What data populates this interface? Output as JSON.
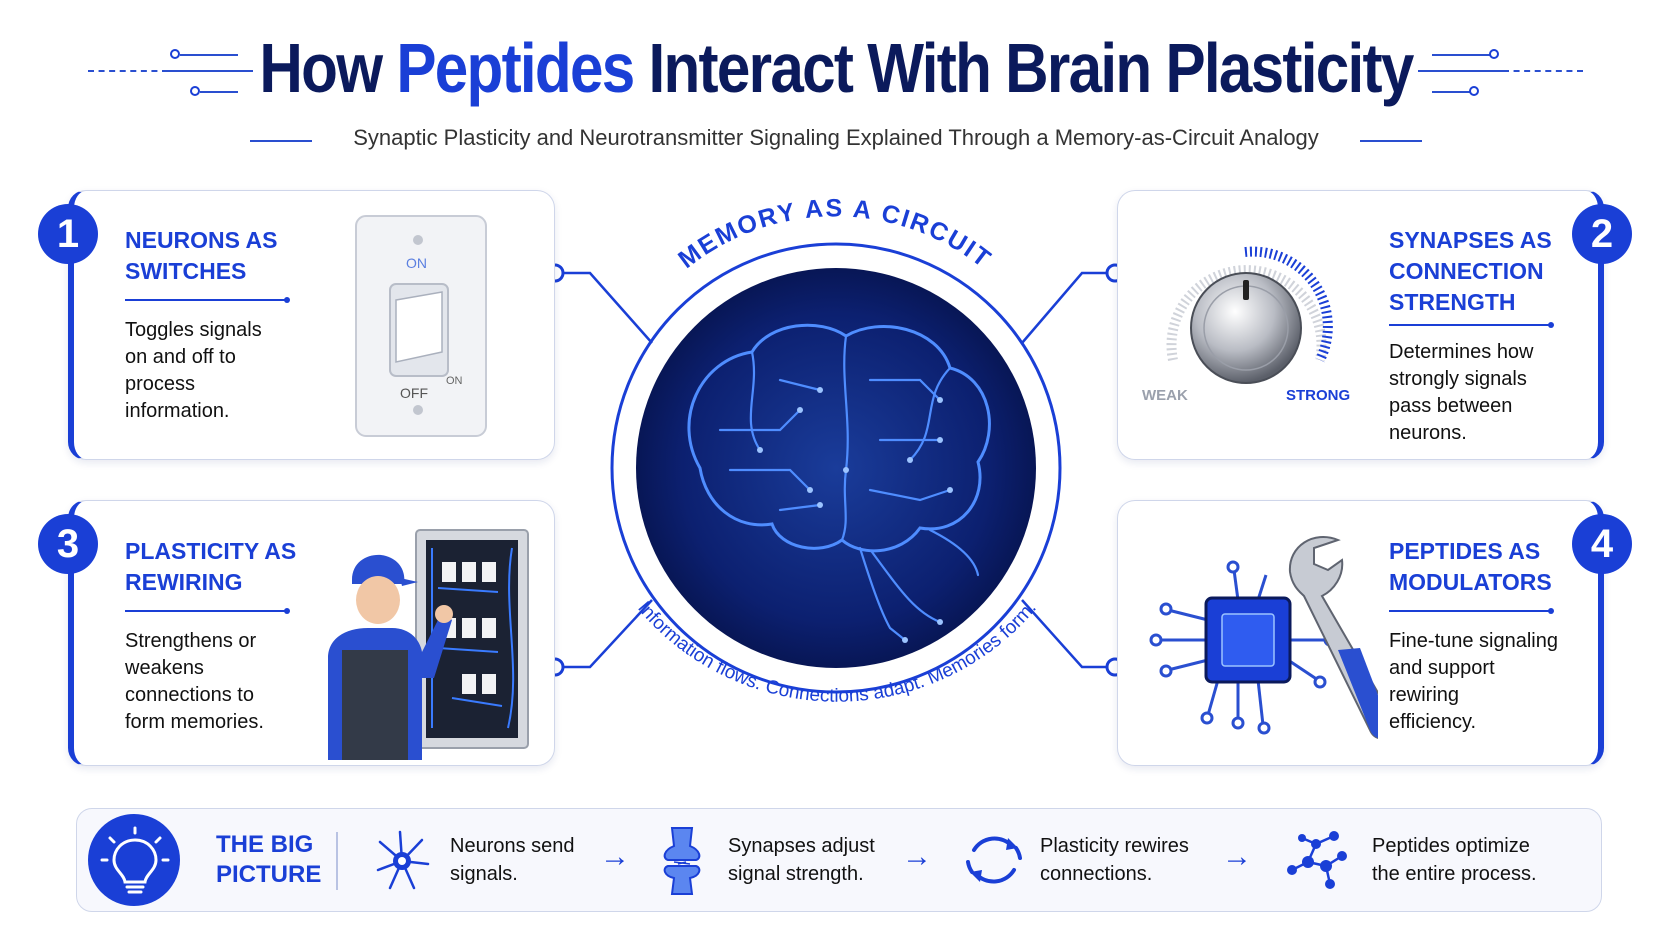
{
  "header": {
    "title_before": "How",
    "title_accent": "Peptides",
    "title_after": "Interact With Brain Plasticity",
    "subtitle": "Synaptic Plasticity and Neurotransmitter Signaling Explained Through a Memory-as-Circuit Analogy"
  },
  "center": {
    "arc_top": "MEMORY AS A CIRCUIT",
    "arc_bottom": "Information flows. Connections adapt. Memories form."
  },
  "cards": [
    {
      "number": "1",
      "title_lines": [
        "NEURONS AS",
        "SWITCHES"
      ],
      "text_lines": [
        "Toggles signals",
        "on and off to",
        "process",
        "information."
      ]
    },
    {
      "number": "2",
      "title_lines": [
        "SYNAPSES AS",
        "CONNECTION",
        "STRENGTH"
      ],
      "text_lines": [
        "Determines how",
        "strongly signals",
        "pass between",
        "neurons."
      ]
    },
    {
      "number": "3",
      "title_lines": [
        "PLASTICITY AS",
        "REWIRING"
      ],
      "text_lines": [
        "Strengthens or",
        "weakens",
        "connections to",
        "form memories."
      ]
    },
    {
      "number": "4",
      "title_lines": [
        "PEPTIDES AS",
        "MODULATORS"
      ],
      "text_lines": [
        "Fine-tune signaling",
        "and support",
        "rewiring",
        "efficiency."
      ]
    }
  ],
  "switch_labels": {
    "on": "ON",
    "off": "OFF",
    "side_on": "ON"
  },
  "knob_labels": {
    "weak": "WEAK",
    "strong": "STRONG"
  },
  "big_picture": {
    "title_lines": [
      "THE BIG",
      "PICTURE"
    ],
    "steps": [
      {
        "icon": "neuron-icon",
        "lines": [
          "Neurons send",
          "signals."
        ]
      },
      {
        "icon": "synapse-icon",
        "lines": [
          "Synapses adjust",
          "signal strength."
        ]
      },
      {
        "icon": "cycle-icon",
        "lines": [
          "Plasticity rewires",
          "connections."
        ]
      },
      {
        "icon": "molecule-icon",
        "lines": [
          "Peptides optimize",
          "the entire process."
        ]
      }
    ],
    "arrow_glyph": "→"
  },
  "colors": {
    "primary": "#1a3fd6",
    "navy": "#0b1a5c",
    "brain_bg": "#0a1a55",
    "glow": "#3a7bff"
  }
}
